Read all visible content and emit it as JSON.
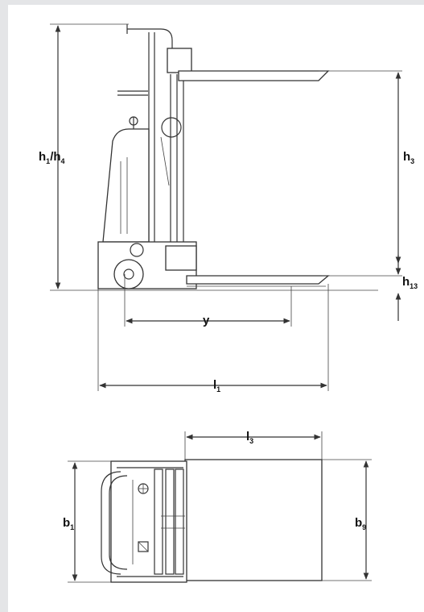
{
  "labels": {
    "h1h4": {
      "a": "h",
      "a_sub": "1",
      "sep": "/h",
      "b_sub": "4"
    },
    "h3": {
      "base": "h",
      "sub": "3"
    },
    "h13": {
      "base": "h",
      "sub": "13"
    },
    "y": {
      "base": "y"
    },
    "l1": {
      "base": "l",
      "sub": "1"
    },
    "l3": {
      "base": "l",
      "sub": "3"
    },
    "b1": {
      "base": "b",
      "sub": "1"
    },
    "b9": {
      "base": "b",
      "sub": "9"
    }
  },
  "colors": {
    "background": "#e4e5e7",
    "panel": "#ffffff",
    "line": "#333333"
  }
}
